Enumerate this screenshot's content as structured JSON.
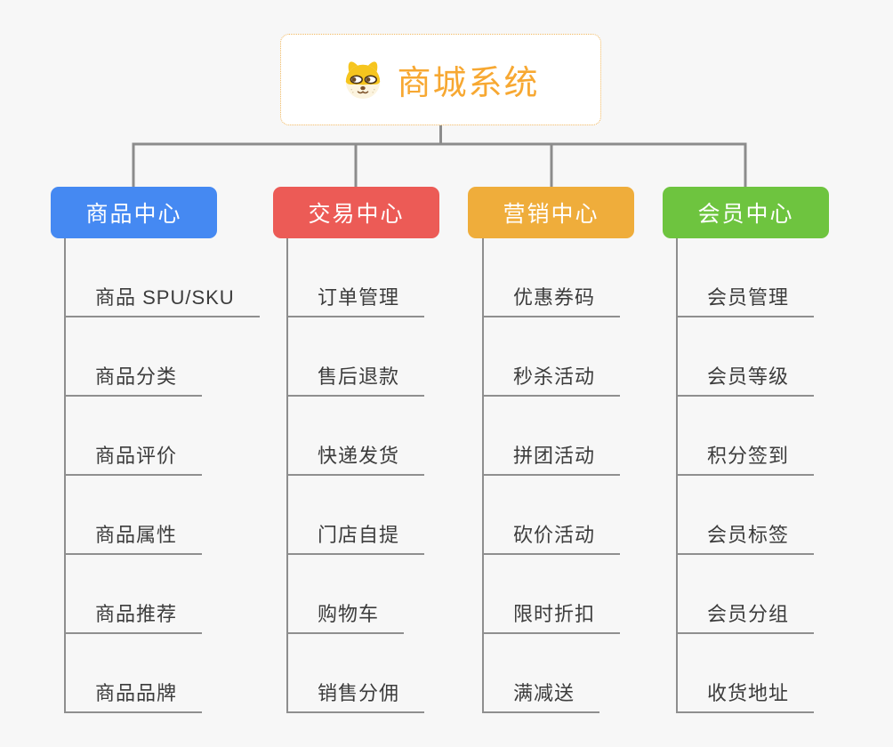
{
  "root": {
    "label": "商城系统",
    "icon": "dog-icon",
    "text_color": "#f7a832",
    "border_color": "#f0b75d",
    "background": "#ffffff"
  },
  "branches": [
    {
      "slug": "product-center",
      "label": "商品中心",
      "color": "#4589f2",
      "children": [
        "商品 SPU/SKU",
        "商品分类",
        "商品评价",
        "商品属性",
        "商品推荐",
        "商品品牌"
      ]
    },
    {
      "slug": "trade-center",
      "label": "交易中心",
      "color": "#ec5b56",
      "children": [
        "订单管理",
        "售后退款",
        "快递发货",
        "门店自提",
        "购物车",
        "销售分佣"
      ]
    },
    {
      "slug": "marketing-center",
      "label": "营销中心",
      "color": "#efad3b",
      "children": [
        "优惠券码",
        "秒杀活动",
        "拼团活动",
        "砍价活动",
        "限时折扣",
        "满减送"
      ]
    },
    {
      "slug": "member-center",
      "label": "会员中心",
      "color": "#6ec43f",
      "children": [
        "会员管理",
        "会员等级",
        "积分签到",
        "会员标签",
        "会员分组",
        "收货地址"
      ]
    }
  ],
  "connector_color": "#8c8c8c",
  "background_color": "#f7f7f7"
}
